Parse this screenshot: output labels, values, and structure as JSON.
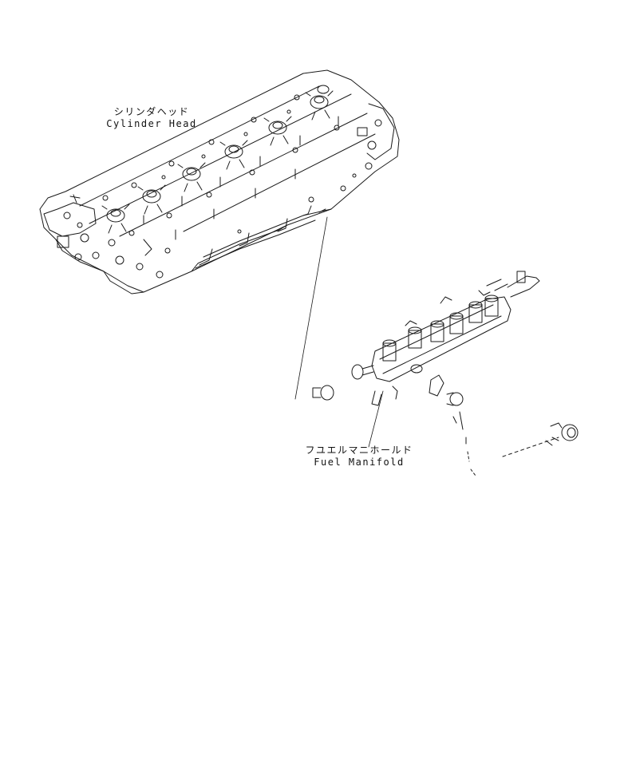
{
  "labels": {
    "cylinder_head_jp": "シリンダヘッド",
    "cylinder_head_en": "Cylinder Head",
    "fuel_manifold_jp": "フユエルマニホールド",
    "fuel_manifold_en": "Fuel Manifold"
  },
  "colors": {
    "line": "#1a1a1a",
    "background": "#ffffff"
  }
}
